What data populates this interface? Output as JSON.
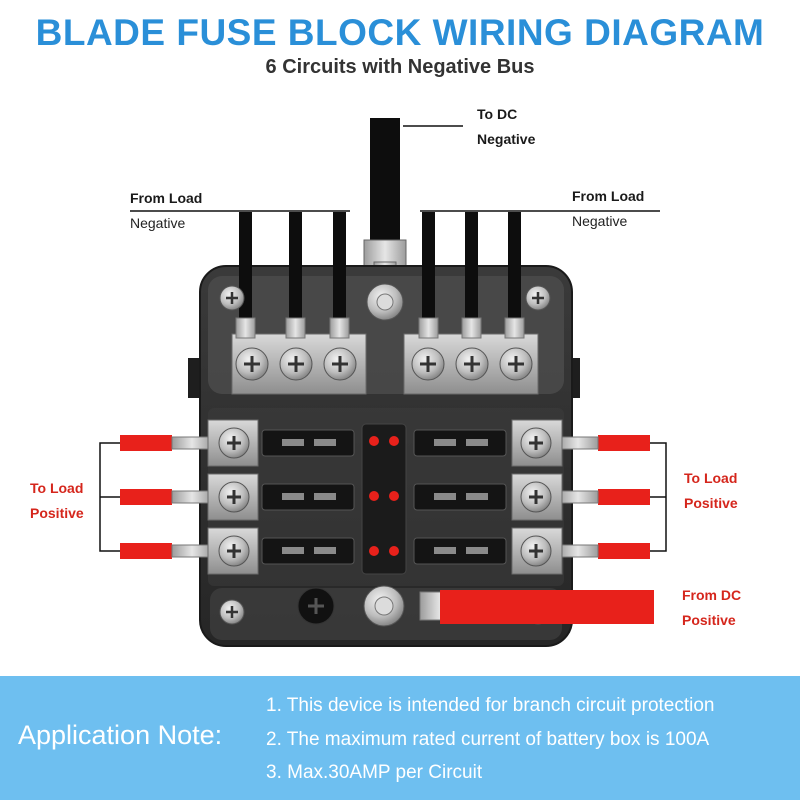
{
  "title": "BLADE FUSE BLOCK WIRING DIAGRAM",
  "subtitle": "6 Circuits with Negative Bus",
  "labels": {
    "to_dc_negative": [
      "To DC",
      "Negative"
    ],
    "from_load_negative_left": [
      "From Load",
      "Negative"
    ],
    "from_load_negative_right": [
      "From Load",
      "Negative"
    ],
    "to_load_positive_left": [
      "To Load",
      "Positive"
    ],
    "to_load_positive_right": [
      "To Load",
      "Positive"
    ],
    "from_dc_positive": [
      "From DC",
      "Positive"
    ]
  },
  "application_note": {
    "heading": "Application Note:",
    "items": [
      "1. This device is intended for branch circuit protection",
      "2. The maximum rated current of battery box is 100A",
      "3. Max.30AMP  per Circuit"
    ]
  },
  "colors": {
    "title": "#2a8fd8",
    "label_red": "#d5261c",
    "wire_red": "#e8211b",
    "note_band": "#6ebff0",
    "block_body": "#2b2b2b"
  },
  "icons": [
    "screw-icon",
    "led-indicator",
    "blade-fuse-slot",
    "ring-terminal"
  ]
}
